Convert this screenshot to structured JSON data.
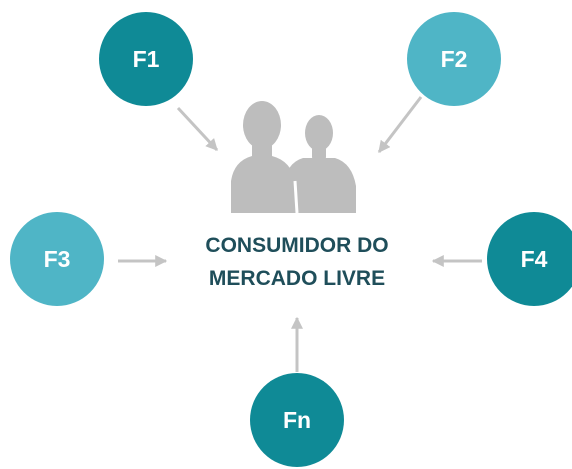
{
  "colors": {
    "dark_teal": "#0f8a96",
    "light_teal": "#4fb5c6",
    "arrow_gray": "#c4c4c4",
    "people_gray": "#bdbdbd",
    "label_text": "#1f4e5a",
    "node_text": "#ffffff"
  },
  "center": {
    "icon": "people-group-icon",
    "label_line1": "CONSUMIDOR DO",
    "label_line2": "MERCADO LIVRE"
  },
  "nodes": [
    {
      "id": "f1",
      "label": "F1",
      "color": "#0f8a96"
    },
    {
      "id": "f2",
      "label": "F2",
      "color": "#4fb5c6"
    },
    {
      "id": "f3",
      "label": "F3",
      "color": "#4fb5c6"
    },
    {
      "id": "f4",
      "label": "F4",
      "color": "#0f8a96"
    },
    {
      "id": "fn",
      "label": "Fn",
      "color": "#0f8a96"
    }
  ]
}
